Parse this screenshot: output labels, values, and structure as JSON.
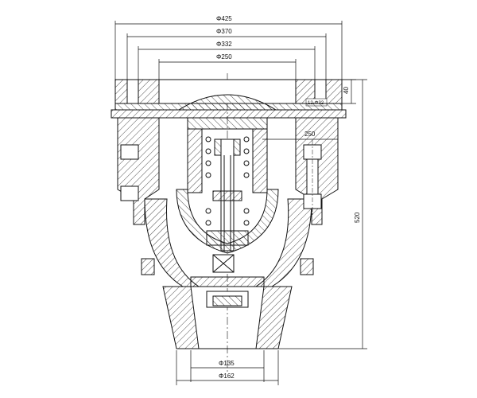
{
  "drawing": {
    "dimensions": {
      "d425": "Φ425",
      "d370": "Φ370",
      "d332": "Φ332",
      "d250": "Φ250",
      "height40": "40",
      "bolts": "12-Φ32",
      "width250": "250",
      "height520": "520",
      "d135": "Φ135",
      "d162": "Φ162"
    },
    "colors": {
      "line": "#111111",
      "hatch": "#222222",
      "background": "#ffffff"
    }
  }
}
